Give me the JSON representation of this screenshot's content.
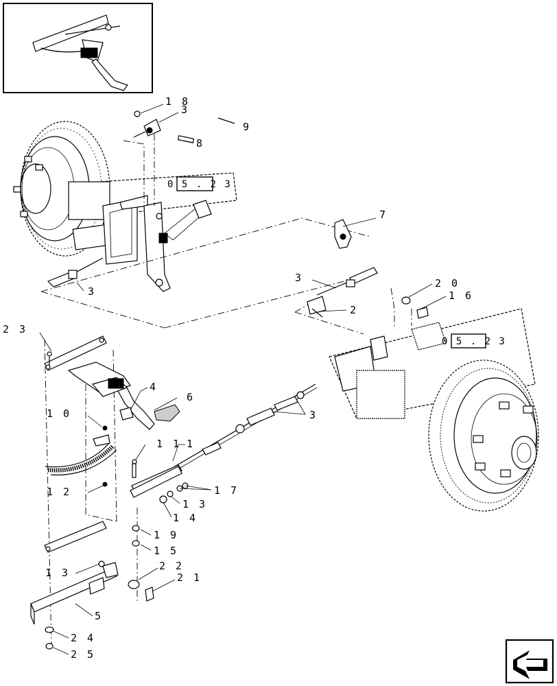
{
  "diagram": {
    "callouts": [
      {
        "id": "c18",
        "text": "1 8"
      },
      {
        "id": "c3a",
        "text": "3"
      },
      {
        "id": "c9",
        "text": "9"
      },
      {
        "id": "c8",
        "text": "8"
      },
      {
        "id": "c3b",
        "text": "3"
      },
      {
        "id": "c7",
        "text": "7"
      },
      {
        "id": "c3c",
        "text": "3"
      },
      {
        "id": "c2",
        "text": "2"
      },
      {
        "id": "c20",
        "text": "2 0"
      },
      {
        "id": "c16",
        "text": "1 6"
      },
      {
        "id": "c23",
        "text": "2 3"
      },
      {
        "id": "c4",
        "text": "4"
      },
      {
        "id": "c6",
        "text": "6"
      },
      {
        "id": "c3d",
        "text": "3"
      },
      {
        "id": "c10",
        "text": "1 0"
      },
      {
        "id": "c11",
        "text": "1 1"
      },
      {
        "id": "c1",
        "text": "1"
      },
      {
        "id": "c17",
        "text": "1 7"
      },
      {
        "id": "c12",
        "text": "1 2"
      },
      {
        "id": "c13a",
        "text": "1 3"
      },
      {
        "id": "c14",
        "text": "1 4"
      },
      {
        "id": "c19",
        "text": "1 9"
      },
      {
        "id": "c15",
        "text": "1 5"
      },
      {
        "id": "c13b",
        "text": "1 3"
      },
      {
        "id": "c22",
        "text": "2 2"
      },
      {
        "id": "c21",
        "text": "2 1"
      },
      {
        "id": "c5",
        "text": "5"
      },
      {
        "id": "c24",
        "text": "2 4"
      },
      {
        "id": "c25",
        "text": "2 5"
      }
    ],
    "refs": [
      {
        "id": "r1",
        "text": "0 5 . 2 3"
      },
      {
        "id": "r2",
        "text": "0 5 . 2 3"
      }
    ]
  },
  "icons": {
    "thumbnail": "assembly-thumbnail",
    "nav": "next-page-arrow-icon"
  }
}
